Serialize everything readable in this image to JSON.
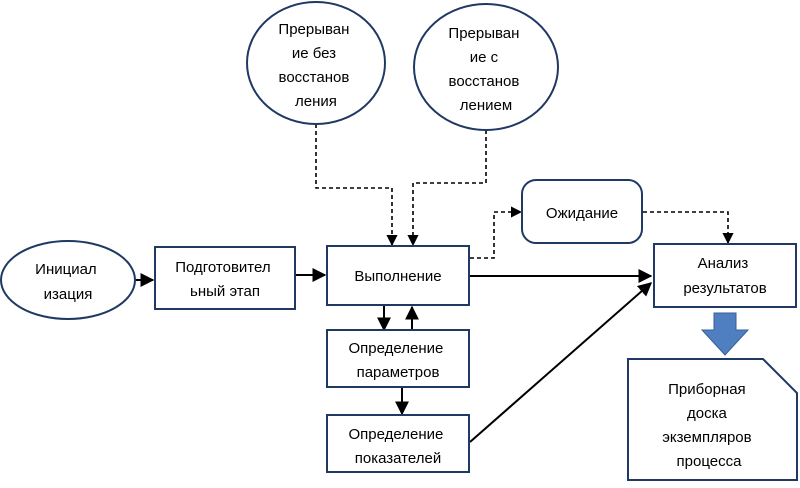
{
  "nodes": {
    "init": [
      "Инициал",
      "изация"
    ],
    "prep": [
      "Подготовител",
      "ьный этап"
    ],
    "exec": [
      "Выполнение"
    ],
    "params": [
      "Определение",
      "параметров"
    ],
    "indicators": [
      "Определение",
      "показателей"
    ],
    "wait": [
      "Ожидание"
    ],
    "analysis": [
      "Анализ",
      "результатов"
    ],
    "interrupt_no_restore": [
      "Прерыван",
      "ие без",
      "восстанов",
      "ления"
    ],
    "interrupt_restore": [
      "Прерыван",
      "ие с",
      "восстанов",
      "лением"
    ],
    "dashboard": [
      "Приборная",
      "доска",
      "экземпляров",
      "процесса"
    ]
  },
  "colors": {
    "outline": "#1f3864",
    "arrow": "#000000",
    "block_arrow": "#4f7fc0"
  }
}
